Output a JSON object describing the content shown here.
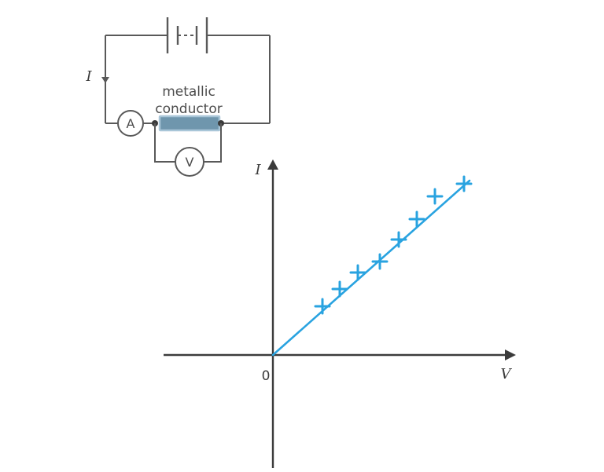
{
  "figure": {
    "title": "Circuit for investigating a metallic conductor and its V-I characteristic",
    "colors": {
      "wire": "#595959",
      "text": "#4d4d4d",
      "axis": "#3b3b3b",
      "trace": "#29a3e0",
      "conductor_fill": "#6f96ad",
      "conductor_stroke": "#a9c6d8",
      "node": "#3b3b3b",
      "background": "#ffffff"
    }
  },
  "circuit": {
    "component_label": {
      "line1": "metallic",
      "line2": "conductor"
    },
    "ammeter": {
      "symbol": "A",
      "name": "ammeter"
    },
    "voltmeter": {
      "symbol": "V",
      "name": "voltmeter"
    },
    "battery": {
      "name": "battery-cells",
      "cells": 2,
      "gap_style": "dashed"
    },
    "current_label": {
      "symbol": "I",
      "arrow_direction": "down"
    }
  },
  "chart_data": {
    "type": "line",
    "title": "",
    "subtitle": "",
    "xlabel": "V",
    "ylabel": "I",
    "origin_label": "0",
    "grid": false,
    "legend": null,
    "axis_arrows": true,
    "xlim": [
      0,
      10
    ],
    "ylim": [
      0,
      10
    ],
    "series": [
      {
        "name": "metallic conductor",
        "color": "#29a3e0",
        "marker": "plus",
        "line_style": "solid",
        "x": [
          2.2,
          2.9,
          3.6,
          4.4,
          5.2,
          6.0,
          6.9,
          7.8
        ],
        "y": [
          2.1,
          2.8,
          3.5,
          4.2,
          5.0,
          5.8,
          6.6,
          7.4
        ]
      }
    ],
    "relationship": "directly proportional (straight line through origin)"
  }
}
